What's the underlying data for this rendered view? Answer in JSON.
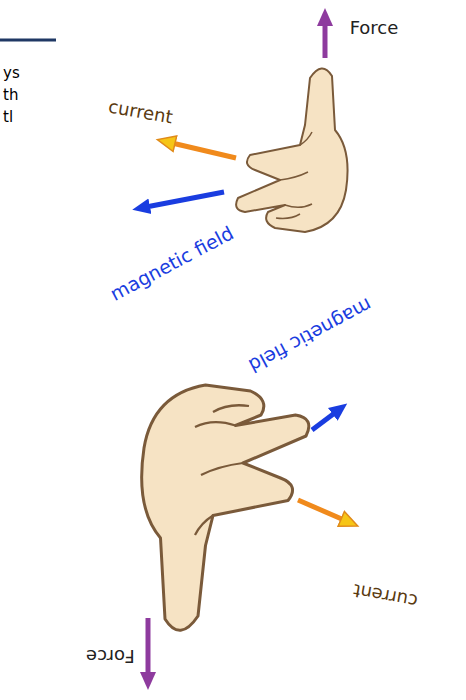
{
  "diagram": {
    "labels": [
      "ys",
      "th",
      "tl",
      "Force",
      "current",
      "magnetic field",
      "magnetic field",
      "current",
      "Force"
    ]
  }
}
